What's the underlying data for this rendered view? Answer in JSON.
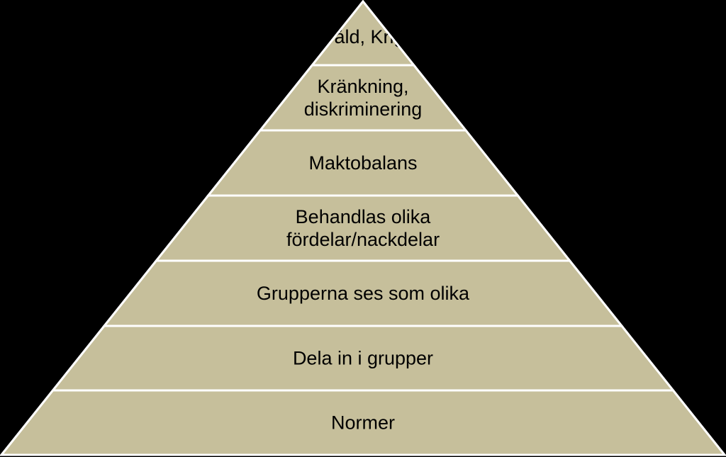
{
  "diagram": {
    "type": "pyramid",
    "colors": {
      "background": "#000000",
      "tier_fill": "#c6bf9b",
      "separator": "#ffffff",
      "text": "#000000"
    },
    "tiers": [
      {
        "lines": [
          "Våld, Krig"
        ]
      },
      {
        "lines": [
          "Kränkning,",
          "diskriminering"
        ]
      },
      {
        "lines": [
          "Maktobalans"
        ]
      },
      {
        "lines": [
          "Behandlas olika",
          "fördelar/nackdelar"
        ]
      },
      {
        "lines": [
          "Grupperna ses som olika"
        ]
      },
      {
        "lines": [
          "Dela in i grupper"
        ]
      },
      {
        "lines": [
          "Normer"
        ]
      }
    ]
  }
}
